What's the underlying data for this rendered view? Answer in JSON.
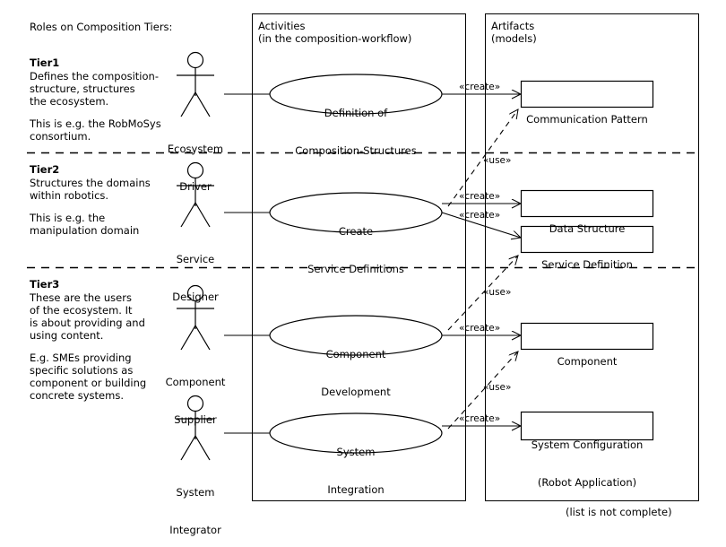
{
  "diagram": {
    "heading": "Roles on Composition Tiers:",
    "footer_note": "(list is not complete)",
    "stereotype_create": "«create»",
    "stereotype_use": "«use»",
    "colors": {
      "stroke": "#000000",
      "background": "#ffffff",
      "text": "#000000"
    }
  },
  "columns": [
    {
      "id": "activities",
      "title": "Activities",
      "subtitle": "(in the composition-workflow)"
    },
    {
      "id": "artifacts",
      "title": "Artifacts",
      "subtitle": "(models)"
    }
  ],
  "tiers": [
    {
      "id": "tier1",
      "title": "Tier1",
      "body": "Defines the composition-\nstructure, structures\nthe ecosystem.",
      "example": "This is e.g. the RobMoSys\nconsortium."
    },
    {
      "id": "tier2",
      "title": "Tier2",
      "body": "Structures the domains\nwithin robotics.",
      "example": "This is e.g. the\nmanipulation domain"
    },
    {
      "id": "tier3",
      "title": "Tier3",
      "body": "These are the users\nof the ecosystem. It\nis about providing and\nusing content.",
      "example": "E.g. SMEs providing\nspecific solutions as\ncomponent or building\nconcrete systems."
    }
  ],
  "actors": [
    {
      "id": "ecosystem-driver",
      "line1": "Ecosystem",
      "line2": "Driver"
    },
    {
      "id": "service-designer",
      "line1": "Service",
      "line2": "Designer"
    },
    {
      "id": "component-supplier",
      "line1": "Component",
      "line2": "Supplier"
    },
    {
      "id": "system-integrator",
      "line1": "System",
      "line2": "Integrator"
    }
  ],
  "activities": [
    {
      "id": "definition-of-composition-structures",
      "line1": "Definition of",
      "line2": "Composition-Structures"
    },
    {
      "id": "create-service-definitions",
      "line1": "Create",
      "line2": "Service Definitions"
    },
    {
      "id": "component-development",
      "line1": "Component",
      "line2": "Development"
    },
    {
      "id": "system-integration",
      "line1": "System",
      "line2": "Integration"
    }
  ],
  "artifacts": [
    {
      "id": "communication-pattern",
      "line1": "Communication Pattern",
      "line2": ""
    },
    {
      "id": "data-structure",
      "line1": "Data Structure",
      "line2": ""
    },
    {
      "id": "service-definition",
      "line1": "Service Definition",
      "line2": ""
    },
    {
      "id": "component",
      "line1": "Component",
      "line2": ""
    },
    {
      "id": "system-configuration",
      "line1": "System Configuration",
      "line2": "(Robot Application)"
    }
  ],
  "edge_labels": {
    "create_1": "«create»",
    "create_2": "«create»",
    "create_3": "«create»",
    "create_4": "«create»",
    "create_5": "«create»",
    "use_1": "«use»",
    "use_2": "«use»",
    "use_3": "«use»"
  }
}
